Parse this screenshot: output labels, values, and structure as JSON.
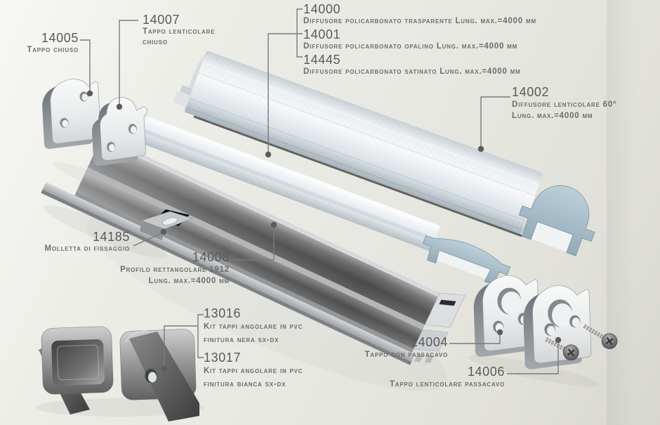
{
  "colors": {
    "background": "#e9e9e3",
    "accent_blue": "#a5bcc9",
    "profile_gray": "#5f5f5f",
    "text_gray": "#666666",
    "leader_line": "#7a7a7a"
  },
  "parts": {
    "p14005": {
      "code": "14005",
      "desc": [
        "Tappo chiuso"
      ]
    },
    "p14007": {
      "code": "14007",
      "desc": [
        "Tappo lenticolare",
        "chiuso"
      ]
    },
    "p14000": {
      "code": "14000",
      "desc": [
        "Diffusore policarbonato trasparente Lung. max.=4000 mm"
      ]
    },
    "p14001": {
      "code": "14001",
      "desc": [
        "Diffusore policarbonato opalino Lung. max.=4000 mm"
      ]
    },
    "p14445": {
      "code": "14445",
      "desc": [
        "Diffusore policarbonato satinato Lung. max.=4000 mm"
      ]
    },
    "p14002": {
      "code": "14002",
      "desc": [
        "Diffusore lenticolare 60°",
        "Lung. max.=4000 mm"
      ]
    },
    "p14185": {
      "code": "14185",
      "desc": [
        "Molletta di fissaggio"
      ]
    },
    "p14008": {
      "code": "14008",
      "desc": [
        "Profilo rettangolare 1912",
        "Lung. max.=4000 mm"
      ]
    },
    "p13016": {
      "code": "13016",
      "desc": [
        "Kit tappi angolare in pvc",
        "finitura nera sx-dx"
      ]
    },
    "p13017": {
      "code": "13017",
      "desc": [
        "Kit tappi angolare in pvc",
        "finitura bianca sx-dx"
      ]
    },
    "p14004": {
      "code": "14004",
      "desc": [
        "Tappo con passacavo"
      ]
    },
    "p14006": {
      "code": "14006",
      "desc": [
        "Tappo lenticolare passacavo"
      ]
    }
  }
}
